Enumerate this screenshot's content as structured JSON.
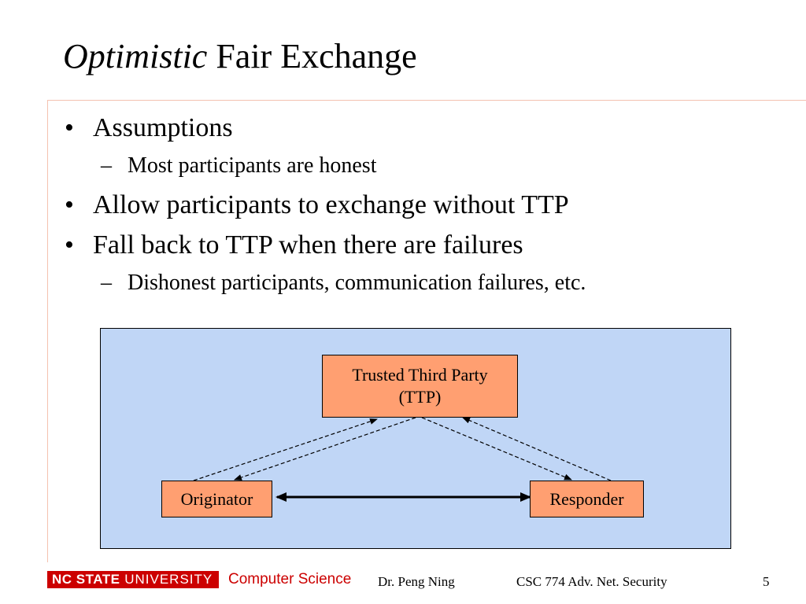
{
  "slide": {
    "title_italic": "Optimistic",
    "title_rest": " Fair Exchange",
    "bullets": [
      {
        "level": 1,
        "mark": "•",
        "text": "Assumptions"
      },
      {
        "level": 2,
        "mark": "–",
        "text": "Most participants are honest"
      },
      {
        "level": 1,
        "mark": "•",
        "text": "Allow participants to exchange without TTP"
      },
      {
        "level": 1,
        "mark": "•",
        "text": "Fall back to TTP when there are failures"
      },
      {
        "level": 2,
        "mark": "–",
        "text": "Dishonest participants, communication failures, etc."
      }
    ]
  },
  "diagram": {
    "ttp_line1": "Trusted Third Party",
    "ttp_line2": "(TTP)",
    "originator": "Originator",
    "responder": "Responder",
    "colors": {
      "background": "#c0d6f6",
      "node_fill": "#ff9f71"
    }
  },
  "footer": {
    "logo_bold": "NC STATE",
    "logo_thin": " UNIVERSITY",
    "department": "Computer Science",
    "author": "Dr. Peng Ning",
    "course": "CSC 774 Adv. Net. Security",
    "page_number": "5",
    "colors": {
      "brand_red": "#cc0000"
    }
  }
}
